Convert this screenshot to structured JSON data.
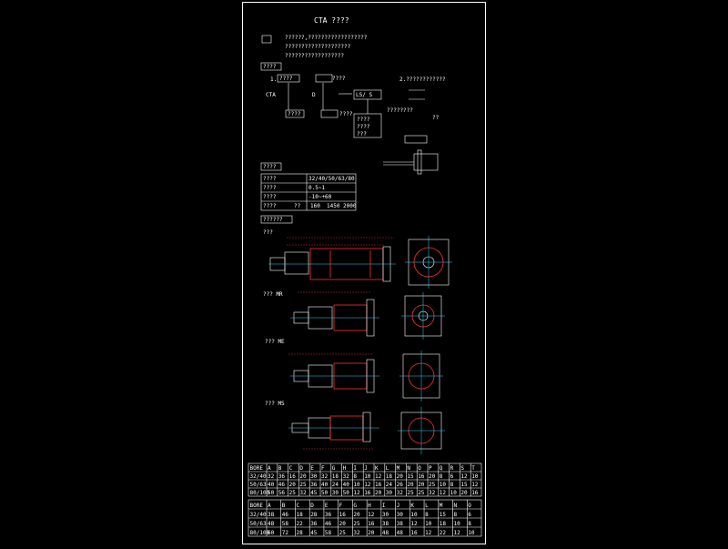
{
  "drawing": {
    "title": "CTA  ????",
    "intro_lines": [
      "??????,??????????????????",
      "????????????????????",
      "??????????????????"
    ],
    "sec_model": "????",
    "order": {
      "label1": "????",
      "label2": "????",
      "code_prefix": "CTA",
      "code_d": "D",
      "code_s": "S",
      "label3": "????",
      "label4": "????",
      "mount_box": "LS/ S",
      "mount_opts": [
        "????",
        "????",
        "???"
      ],
      "right_title": "2.????????????",
      "right_note": "????????",
      "right_tag": "??"
    },
    "sec_spec": "????",
    "spec_rows": [
      [
        "????",
        "32/40/50/63/80"
      ],
      [
        "????",
        "0.5~1"
      ],
      [
        "????",
        "-10~+60"
      ],
      [
        "????",
        "??",
        "160",
        "1450",
        "2000"
      ]
    ],
    "sec_dims": "??????",
    "views": [
      "???",
      "??? MR",
      "??? ME",
      "??? MS"
    ],
    "table1": {
      "header": [
        "BORE",
        "A",
        "B",
        "C",
        "D",
        "E",
        "F",
        "G",
        "H",
        "I",
        "J",
        "K",
        "L",
        "M",
        "N",
        "O",
        "P",
        "Q",
        "R",
        "S",
        "T"
      ],
      "rows": [
        [
          "32/40",
          "32",
          "36",
          "16",
          "20",
          "30",
          "32",
          "18",
          "32",
          "8",
          "10",
          "12",
          "18",
          "20",
          "15",
          "16",
          "20",
          "8",
          "6",
          "12",
          "10"
        ],
        [
          "50/63",
          "40",
          "46",
          "20",
          "25",
          "36",
          "40",
          "24",
          "40",
          "10",
          "12",
          "16",
          "24",
          "26",
          "20",
          "20",
          "25",
          "10",
          "8",
          "15",
          "12"
        ],
        [
          "80/100",
          "50",
          "56",
          "25",
          "32",
          "45",
          "50",
          "30",
          "50",
          "12",
          "16",
          "20",
          "30",
          "32",
          "25",
          "25",
          "32",
          "12",
          "10",
          "20",
          "16"
        ]
      ]
    },
    "table2": {
      "header": [
        "BORE",
        "A",
        "B",
        "C",
        "D",
        "E",
        "F",
        "G",
        "H",
        "I",
        "J",
        "K",
        "L",
        "M",
        "N",
        "O"
      ],
      "rows": [
        [
          "32/40",
          "38",
          "46",
          "18",
          "28",
          "36",
          "16",
          "20",
          "12",
          "30",
          "30",
          "10",
          "8",
          "15",
          "8",
          "6"
        ],
        [
          "50/63",
          "48",
          "58",
          "22",
          "36",
          "46",
          "20",
          "25",
          "16",
          "38",
          "38",
          "12",
          "10",
          "18",
          "10",
          "8"
        ],
        [
          "80/100",
          "60",
          "72",
          "28",
          "45",
          "58",
          "25",
          "32",
          "20",
          "48",
          "48",
          "16",
          "12",
          "22",
          "12",
          "10"
        ]
      ]
    }
  }
}
